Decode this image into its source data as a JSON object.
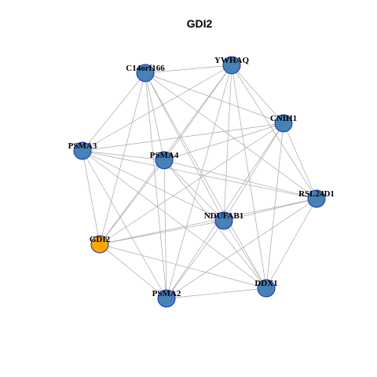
{
  "title": "GDI2",
  "colors": {
    "default_node": "#4682b4",
    "focus_node": "#ffa500",
    "edge": "#a8a8a8",
    "node_border": "#1f2fb5"
  },
  "network": {
    "focus": "GDI2",
    "nodes": [
      {
        "id": "YWHAQ",
        "label": "YWHAQ"
      },
      {
        "id": "C14orf166",
        "label": "C14orf166"
      },
      {
        "id": "CNIH1",
        "label": "CNIH1"
      },
      {
        "id": "PSMA3",
        "label": "PSMA3"
      },
      {
        "id": "PSMA4",
        "label": "PSMA4"
      },
      {
        "id": "RSL24D1",
        "label": "RSL24D1"
      },
      {
        "id": "NDUFAB1",
        "label": "NDUFAB1"
      },
      {
        "id": "GDI2",
        "label": "GDI2"
      },
      {
        "id": "DDX1",
        "label": "DDX1"
      },
      {
        "id": "PSMA2",
        "label": "PSMA2"
      }
    ],
    "edges": [
      [
        "C14orf166",
        "YWHAQ"
      ],
      [
        "C14orf166",
        "CNIH1"
      ],
      [
        "C14orf166",
        "PSMA4"
      ],
      [
        "C14orf166",
        "NDUFAB1"
      ],
      [
        "C14orf166",
        "RSL24D1"
      ],
      [
        "C14orf166",
        "DDX1"
      ],
      [
        "C14orf166",
        "GDI2"
      ],
      [
        "C14orf166",
        "PSMA3"
      ],
      [
        "C14orf166",
        "PSMA2"
      ],
      [
        "YWHAQ",
        "CNIH1"
      ],
      [
        "YWHAQ",
        "PSMA3"
      ],
      [
        "YWHAQ",
        "PSMA4"
      ],
      [
        "YWHAQ",
        "NDUFAB1"
      ],
      [
        "YWHAQ",
        "RSL24D1"
      ],
      [
        "YWHAQ",
        "DDX1"
      ],
      [
        "YWHAQ",
        "PSMA2"
      ],
      [
        "YWHAQ",
        "GDI2"
      ],
      [
        "CNIH1",
        "PSMA3"
      ],
      [
        "CNIH1",
        "PSMA4"
      ],
      [
        "CNIH1",
        "NDUFAB1"
      ],
      [
        "CNIH1",
        "RSL24D1"
      ],
      [
        "CNIH1",
        "DDX1"
      ],
      [
        "CNIH1",
        "PSMA2"
      ],
      [
        "CNIH1",
        "GDI2"
      ],
      [
        "PSMA3",
        "PSMA4"
      ],
      [
        "PSMA3",
        "NDUFAB1"
      ],
      [
        "PSMA3",
        "RSL24D1"
      ],
      [
        "PSMA3",
        "DDX1"
      ],
      [
        "PSMA3",
        "PSMA2"
      ],
      [
        "PSMA3",
        "GDI2"
      ],
      [
        "PSMA4",
        "NDUFAB1"
      ],
      [
        "PSMA4",
        "RSL24D1"
      ],
      [
        "PSMA4",
        "DDX1"
      ],
      [
        "PSMA4",
        "PSMA2"
      ],
      [
        "PSMA4",
        "GDI2"
      ],
      [
        "RSL24D1",
        "NDUFAB1"
      ],
      [
        "RSL24D1",
        "DDX1"
      ],
      [
        "RSL24D1",
        "PSMA2"
      ],
      [
        "RSL24D1",
        "GDI2"
      ],
      [
        "NDUFAB1",
        "GDI2"
      ],
      [
        "NDUFAB1",
        "DDX1"
      ],
      [
        "NDUFAB1",
        "PSMA2"
      ],
      [
        "GDI2",
        "PSMA2"
      ],
      [
        "GDI2",
        "DDX1"
      ],
      [
        "DDX1",
        "PSMA2"
      ]
    ]
  }
}
